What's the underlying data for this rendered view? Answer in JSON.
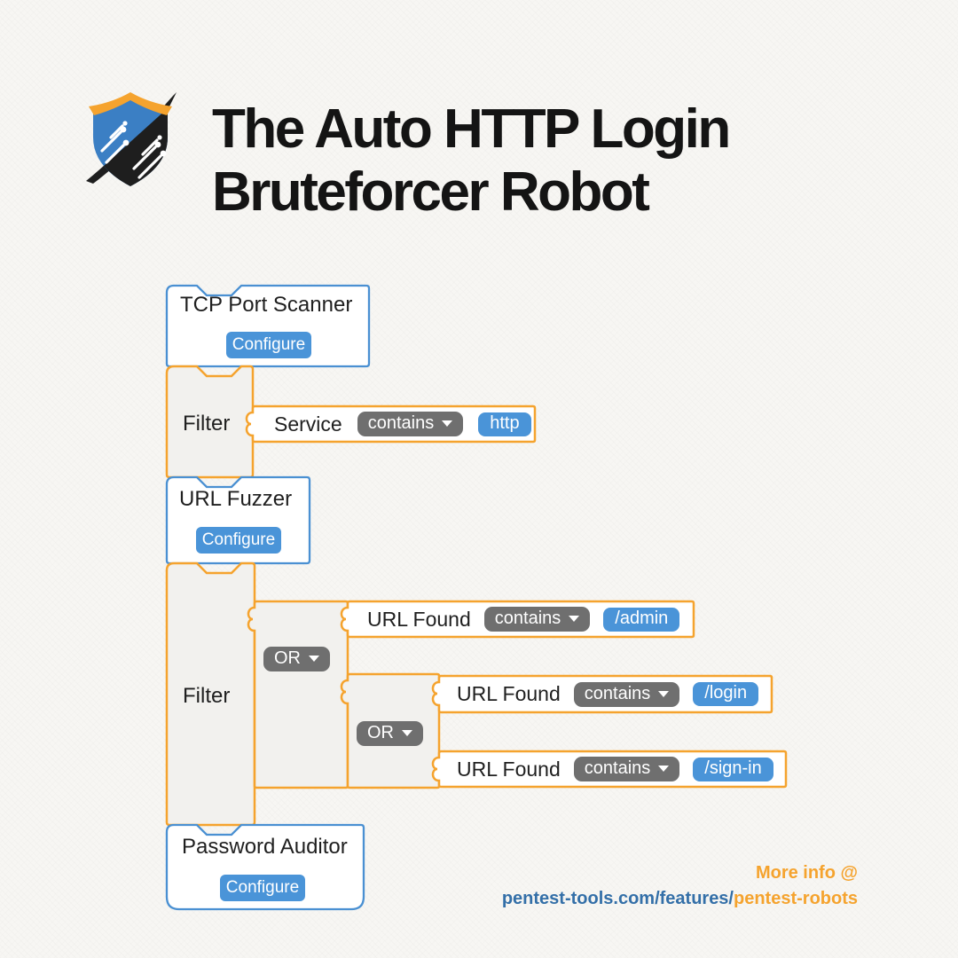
{
  "colors": {
    "orange": "#F5A32E",
    "blue": "#4A94D8",
    "badge_gray": "#6F6F6F",
    "link_blue": "#336FA8",
    "block_gray": "#F2F1EE",
    "page_bg": "#F7F6F3",
    "text_dark": "#1F1F1F",
    "title": "#141414"
  },
  "header": {
    "title_line1": "The Auto HTTP Login",
    "title_line2": "Bruteforcer Robot",
    "logo": "pentest-tools-shield-logo"
  },
  "blocks": {
    "tcp_scanner": {
      "title": "TCP Port Scanner",
      "button_label": "Configure"
    },
    "filter_service": {
      "label": "Filter",
      "condition": {
        "field": "Service",
        "operator": "contains",
        "value": "http"
      }
    },
    "url_fuzzer": {
      "title": "URL Fuzzer",
      "button_label": "Configure"
    },
    "filter_urls": {
      "label": "Filter",
      "outer_operator": "OR",
      "condition_admin": {
        "field": "URL Found",
        "operator": "contains",
        "value": "/admin"
      },
      "inner_operator": "OR",
      "condition_login": {
        "field": "URL Found",
        "operator": "contains",
        "value": "/login"
      },
      "condition_signin": {
        "field": "URL Found",
        "operator": "contains",
        "value": "/sign-in"
      }
    },
    "password_auditor": {
      "title": "Password Auditor",
      "button_label": "Configure"
    }
  },
  "footer": {
    "more_info": "More info @",
    "url_prefix": "pentest-tools.com/features/",
    "url_highlight": "pentest-robots"
  }
}
